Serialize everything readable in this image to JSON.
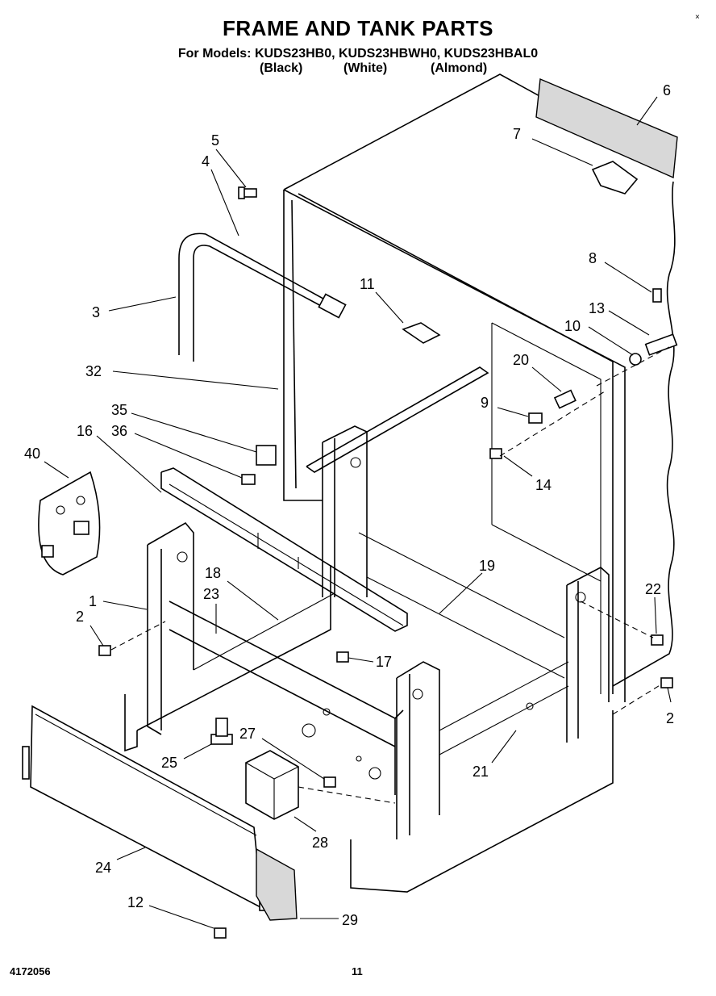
{
  "title": "FRAME AND TANK PARTS",
  "models_line": "For Models: KUDS23HB0, KUDS23HBWH0, KUDS23HBAL0",
  "model_colors": [
    "(Black)",
    "(White)",
    "(Almond)"
  ],
  "doc_number": "4172056",
  "page_number": "11",
  "part_labels": {
    "p1": "1",
    "p2a": "2",
    "p2b": "2",
    "p3": "3",
    "p4": "4",
    "p5": "5",
    "p6": "6",
    "p7": "7",
    "p8": "8",
    "p9": "9",
    "p10": "10",
    "p11": "11",
    "p12": "12",
    "p13": "13",
    "p14": "14",
    "p16": "16",
    "p17": "17",
    "p18": "18",
    "p19": "19",
    "p20": "20",
    "p21": "21",
    "p22": "22",
    "p23": "23",
    "p24": "24",
    "p25": "25",
    "p27": "27",
    "p28": "28",
    "p29": "29",
    "p32": "32",
    "p35": "35",
    "p36": "36",
    "p40": "40"
  }
}
